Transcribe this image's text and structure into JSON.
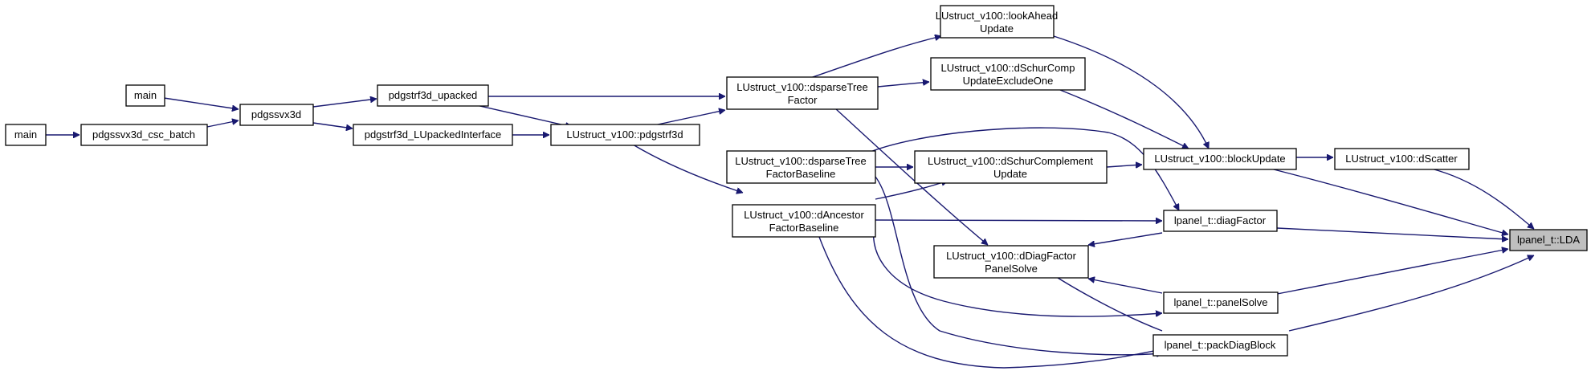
{
  "graph": {
    "colors": {
      "edge": "#191970",
      "node_border": "#000000",
      "node_fill": "#ffffff",
      "highlight_fill": "#bfbfbf",
      "text": "#000000"
    },
    "nodes": {
      "main1": {
        "lines": [
          "main"
        ]
      },
      "main2": {
        "lines": [
          "main"
        ]
      },
      "batch": {
        "lines": [
          "pdgssvx3d_csc_batch"
        ]
      },
      "pdgssvx3d": {
        "lines": [
          "pdgssvx3d"
        ]
      },
      "upacked": {
        "lines": [
          "pdgstrf3d_upacked"
        ]
      },
      "lupacked": {
        "lines": [
          "pdgstrf3d_LUpackedInterface"
        ]
      },
      "pdgstrf3d": {
        "lines": [
          "LUstruct_v100::pdgstrf3d"
        ]
      },
      "dsparse": {
        "lines": [
          "LUstruct_v100::dsparseTree",
          "Factor"
        ]
      },
      "dsparseBase": {
        "lines": [
          "LUstruct_v100::dsparseTree",
          "FactorBaseline"
        ]
      },
      "dAncestor": {
        "lines": [
          "LUstruct_v100::dAncestor",
          "FactorBaseline"
        ]
      },
      "lookAhead": {
        "lines": [
          "LUstruct_v100::lookAhead",
          "Update"
        ]
      },
      "schurExcl": {
        "lines": [
          "LUstruct_v100::dSchurComp",
          "UpdateExcludeOne"
        ]
      },
      "schurUpd": {
        "lines": [
          "LUstruct_v100::dSchurComplement",
          "Update"
        ]
      },
      "diagPanel": {
        "lines": [
          "LUstruct_v100::dDiagFactor",
          "PanelSolve"
        ]
      },
      "blockUpdate": {
        "lines": [
          "LUstruct_v100::blockUpdate"
        ]
      },
      "dScatter": {
        "lines": [
          "LUstruct_v100::dScatter"
        ]
      },
      "diagFactor": {
        "lines": [
          "lpanel_t::diagFactor"
        ]
      },
      "panelSolve": {
        "lines": [
          "lpanel_t::panelSolve"
        ]
      },
      "packDiag": {
        "lines": [
          "lpanel_t::packDiagBlock"
        ]
      },
      "lda": {
        "lines": [
          "lpanel_t::LDA"
        ]
      }
    }
  }
}
